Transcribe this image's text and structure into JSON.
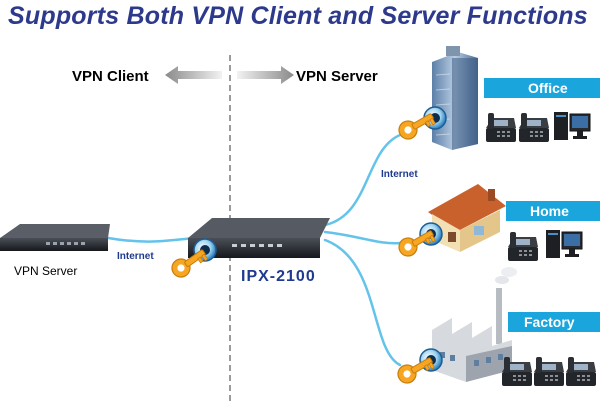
{
  "title": "Supports Both VPN Client and Server Functions",
  "modes": {
    "client": "VPN Client",
    "server": "VPN Server"
  },
  "device_left_label": "VPN Server",
  "device_center_label": "IPX-2100",
  "internet_labels": {
    "left": "Internet",
    "right": "Internet"
  },
  "sites": {
    "office": "Office",
    "home": "Home",
    "factory": "Factory"
  },
  "colors": {
    "title": "#2d3a8c",
    "site_label_bg": "#1aa6dc",
    "cable": "#63c3ea",
    "key": "#f6a623",
    "device_label": "#1f3b8f"
  }
}
